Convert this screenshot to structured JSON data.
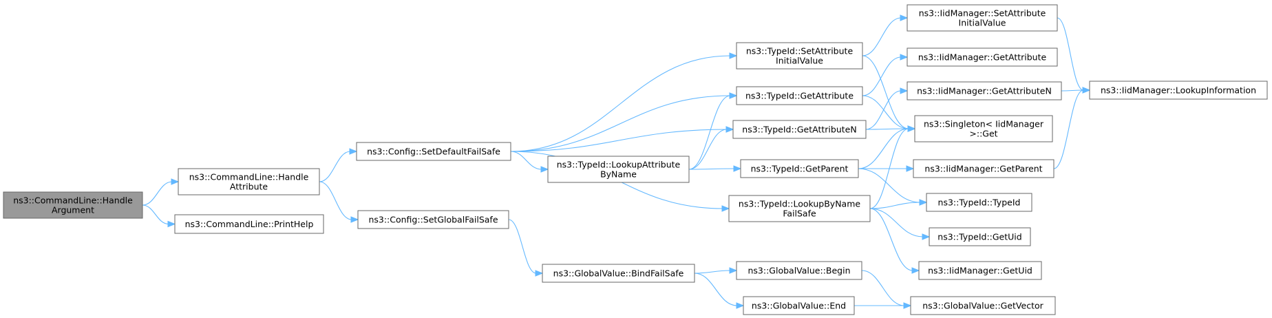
{
  "nodes": [
    {
      "id": "root",
      "lines": [
        "ns3::CommandLine::Handle",
        "Argument"
      ],
      "root": true
    },
    {
      "id": "handleAttr",
      "lines": [
        "ns3::CommandLine::Handle",
        "Attribute"
      ]
    },
    {
      "id": "printHelp",
      "lines": [
        "ns3::CommandLine::PrintHelp"
      ]
    },
    {
      "id": "setDefaultFS",
      "lines": [
        "ns3::Config::SetDefaultFailSafe"
      ]
    },
    {
      "id": "setGlobalFS",
      "lines": [
        "ns3::Config::SetGlobalFailSafe"
      ]
    },
    {
      "id": "bindFS",
      "lines": [
        "ns3::GlobalValue::BindFailSafe"
      ]
    },
    {
      "id": "gvBegin",
      "lines": [
        "ns3::GlobalValue::Begin"
      ]
    },
    {
      "id": "gvEnd",
      "lines": [
        "ns3::GlobalValue::End"
      ]
    },
    {
      "id": "gvGetVector",
      "lines": [
        "ns3::GlobalValue::GetVector"
      ]
    },
    {
      "id": "tidSetAttrInit",
      "lines": [
        "ns3::TypeId::SetAttribute",
        "InitialValue"
      ]
    },
    {
      "id": "tidGetAttr",
      "lines": [
        "ns3::TypeId::GetAttribute"
      ]
    },
    {
      "id": "tidGetAttrN",
      "lines": [
        "ns3::TypeId::GetAttributeN"
      ]
    },
    {
      "id": "tidLookupAttr",
      "lines": [
        "ns3::TypeId::LookupAttribute",
        "ByName"
      ]
    },
    {
      "id": "tidGetParent",
      "lines": [
        "ns3::TypeId::GetParent"
      ]
    },
    {
      "id": "tidLookupByName",
      "lines": [
        "ns3::TypeId::LookupByName",
        "FailSafe"
      ]
    },
    {
      "id": "iidSetAttrInit",
      "lines": [
        "ns3::IidManager::SetAttribute",
        "InitialValue"
      ]
    },
    {
      "id": "iidGetAttr",
      "lines": [
        "ns3::IidManager::GetAttribute"
      ]
    },
    {
      "id": "iidGetAttrN",
      "lines": [
        "ns3::IidManager::GetAttributeN"
      ]
    },
    {
      "id": "singletonGet",
      "lines": [
        "ns3::Singleton< IidManager",
        ">::Get"
      ]
    },
    {
      "id": "iidGetParent",
      "lines": [
        "ns3::IidManager::GetParent"
      ]
    },
    {
      "id": "tidTypeId",
      "lines": [
        "ns3::TypeId::TypeId"
      ]
    },
    {
      "id": "tidGetUid",
      "lines": [
        "ns3::TypeId::GetUid"
      ]
    },
    {
      "id": "iidGetUid",
      "lines": [
        "ns3::IidManager::GetUid"
      ]
    },
    {
      "id": "iidLookupInfo",
      "lines": [
        "ns3::IidManager::LookupInformation"
      ]
    }
  ],
  "edges": [
    [
      "root",
      "handleAttr"
    ],
    [
      "root",
      "printHelp"
    ],
    [
      "handleAttr",
      "setDefaultFS"
    ],
    [
      "handleAttr",
      "setGlobalFS"
    ],
    [
      "setDefaultFS",
      "tidSetAttrInit"
    ],
    [
      "setDefaultFS",
      "tidGetAttr"
    ],
    [
      "setDefaultFS",
      "tidGetAttrN"
    ],
    [
      "setDefaultFS",
      "tidLookupAttr"
    ],
    [
      "setDefaultFS",
      "tidLookupByName"
    ],
    [
      "setGlobalFS",
      "bindFS"
    ],
    [
      "bindFS",
      "gvBegin"
    ],
    [
      "bindFS",
      "gvEnd"
    ],
    [
      "gvBegin",
      "gvGetVector"
    ],
    [
      "gvEnd",
      "gvGetVector"
    ],
    [
      "tidSetAttrInit",
      "iidSetAttrInit"
    ],
    [
      "tidSetAttrInit",
      "singletonGet"
    ],
    [
      "tidGetAttr",
      "iidGetAttr"
    ],
    [
      "tidGetAttr",
      "singletonGet"
    ],
    [
      "tidGetAttrN",
      "iidGetAttrN"
    ],
    [
      "tidGetAttrN",
      "singletonGet"
    ],
    [
      "tidLookupAttr",
      "tidGetAttr"
    ],
    [
      "tidLookupAttr",
      "tidGetAttrN"
    ],
    [
      "tidLookupAttr",
      "tidGetParent"
    ],
    [
      "tidGetParent",
      "singletonGet"
    ],
    [
      "tidGetParent",
      "iidGetParent"
    ],
    [
      "tidGetParent",
      "tidTypeId"
    ],
    [
      "tidLookupByName",
      "singletonGet"
    ],
    [
      "tidLookupByName",
      "tidTypeId"
    ],
    [
      "tidLookupByName",
      "tidGetUid"
    ],
    [
      "tidLookupByName",
      "iidGetUid"
    ],
    [
      "iidSetAttrInit",
      "iidLookupInfo"
    ],
    [
      "iidGetAttrN",
      "iidLookupInfo"
    ],
    [
      "iidGetParent",
      "iidLookupInfo"
    ]
  ]
}
